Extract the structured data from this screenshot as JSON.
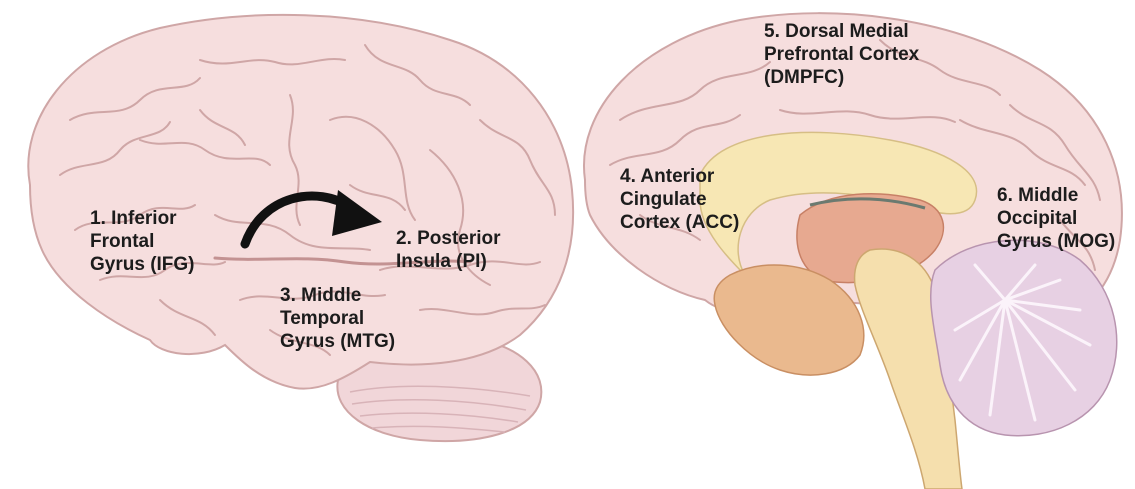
{
  "colors": {
    "brain_fill": "#f6dede",
    "brain_stroke": "#cfa6a6",
    "cerebellum_fill": "#f1d6d9",
    "corpus_callosum": "#f7e7b4",
    "brainstem": "#f5dfad",
    "thalamus": "#e7a990",
    "cerebellum_inner": "#e7d0e3",
    "arrow": "#111111"
  },
  "icons": {
    "arrow": "curved-arrow-icon"
  },
  "labels": {
    "ifg": [
      "1. Inferior",
      "Frontal",
      "Gyrus (IFG)"
    ],
    "pi": [
      "2. Posterior",
      "Insula (PI)"
    ],
    "mtg": [
      "3. Middle",
      "Temporal",
      "Gyrus (MTG)"
    ],
    "acc": [
      "4. Anterior",
      "Cingulate",
      "Cortex (ACC)"
    ],
    "dmpfc": [
      "5. Dorsal Medial",
      "Prefrontal Cortex",
      "(DMPFC)"
    ],
    "mog": [
      "6. Middle",
      "Occipital",
      "Gyrus (MOG)"
    ]
  }
}
